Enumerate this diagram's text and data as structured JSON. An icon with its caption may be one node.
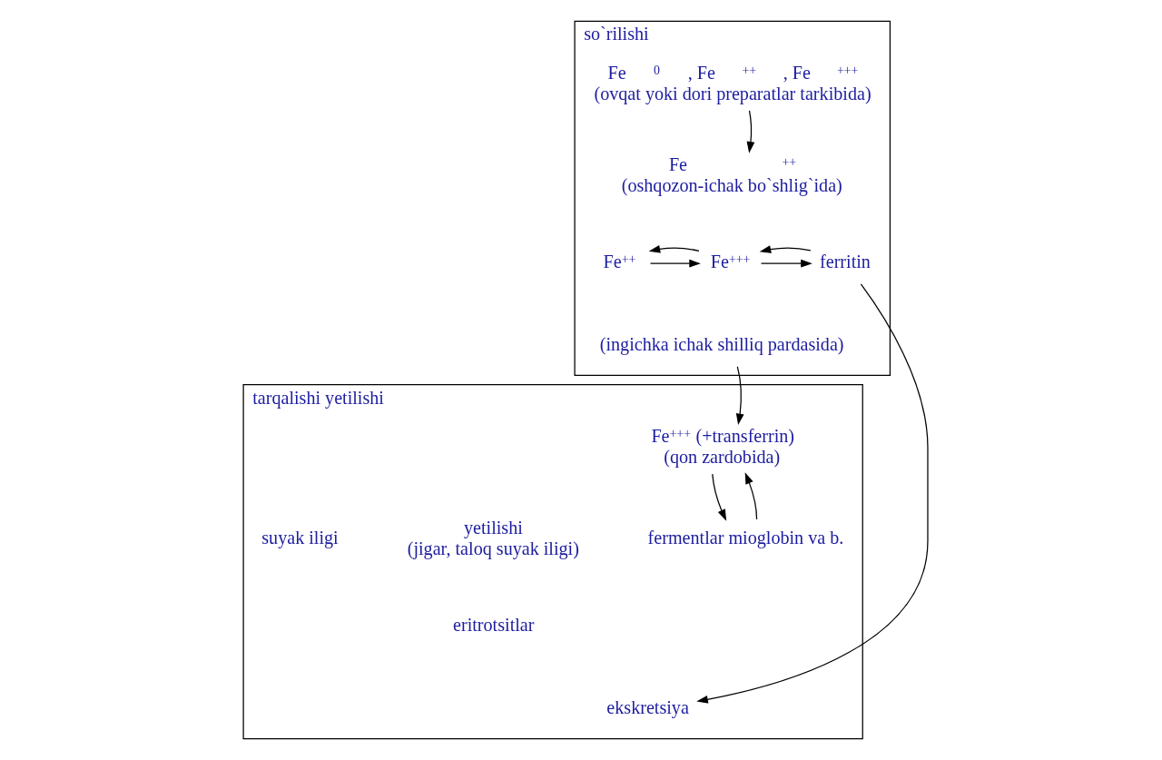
{
  "diagram": {
    "nodes": [
      {
        "text": [
          "so`rilishi"
        ]
      },
      {
        "text": [
          "Fe$^{0}$, Fe$^{++}$, Fe$^{+++}$",
          "(ovqat yoki dori preparatlar tarkibida)"
        ],
        "in": 0
      },
      {
        "text": [
          "Fe$^{++}$",
          "(oshqozon-ichak bo`shlig`ida)"
        ],
        "in": 0
      },
      {
        "text": [
          "Fe$^{++}$"
        ],
        "in": 0
      },
      {
        "text": [
          "Fe$^{+++}$"
        ],
        "in": 0
      },
      {
        "text": [
          "ferritin"
        ],
        "in": 0
      },
      {
        "text": [
          "(ingichka ichak shilliq pardasida)"
        ],
        "in": 0
      },
      {
        "text": [
          "tarqalishi yetilishi"
        ]
      },
      {
        "text": [
          "Fe$^{+++}$ (+transferrin)",
          "(qon zardobida)"
        ],
        "in": 7
      },
      {
        "text": [
          "fermentlar mioglobin va b."
        ],
        "in": 7
      },
      {
        "text": [
          "suyak iligi"
        ],
        "in": 7
      },
      {
        "text": [
          "yetilishi",
          "(jigar, taloq suyak iligi)"
        ],
        "in": 7
      },
      {
        "text": [
          "eritrotsitlar"
        ],
        "in": 7
      },
      {
        "text": [
          "ekskretsiya"
        ],
        "in": 7
      }
    ],
    "edges": [
      {
        "from": 1,
        "to": 2,
        "arrow": "to"
      },
      {
        "from": 3,
        "to": 4,
        "arrow": "to"
      },
      {
        "from": 4,
        "to": 3,
        "arrow": "to"
      },
      {
        "from": 4,
        "to": 5,
        "arrow": "to"
      },
      {
        "from": 5,
        "to": 4,
        "arrow": "to"
      },
      {
        "from": 5,
        "to": 13,
        "arrow": "to"
      },
      {
        "from": 6,
        "to": 8,
        "arrow": "to"
      },
      {
        "from": 8,
        "to": 9,
        "arrow": "to"
      },
      {
        "from": 9,
        "to": 8,
        "arrow": "to"
      }
    ]
  }
}
